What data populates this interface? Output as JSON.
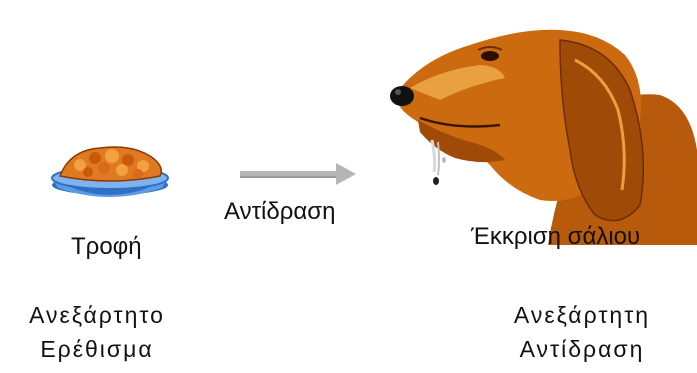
{
  "labels": {
    "food": "Τροφή",
    "arrow": "Αντίδραση",
    "saliva": "Έκκριση σάλιου",
    "stimulus_line1": "Ανεξάρτητο",
    "stimulus_line2": "Ερέθισμα",
    "response_line1": "Ανεξάρτητη",
    "response_line2": "Αντίδραση"
  },
  "icons": {
    "food_bowl": "food-bowl-icon",
    "arrow": "arrow-right-icon",
    "dog": "dog-head-icon"
  },
  "colors": {
    "dog_fur": "#cc6a10",
    "dog_highlight": "#e8a040",
    "food": "#e07a20",
    "bowl": "#4a8ad8",
    "arrow": "#b0b0b0"
  }
}
